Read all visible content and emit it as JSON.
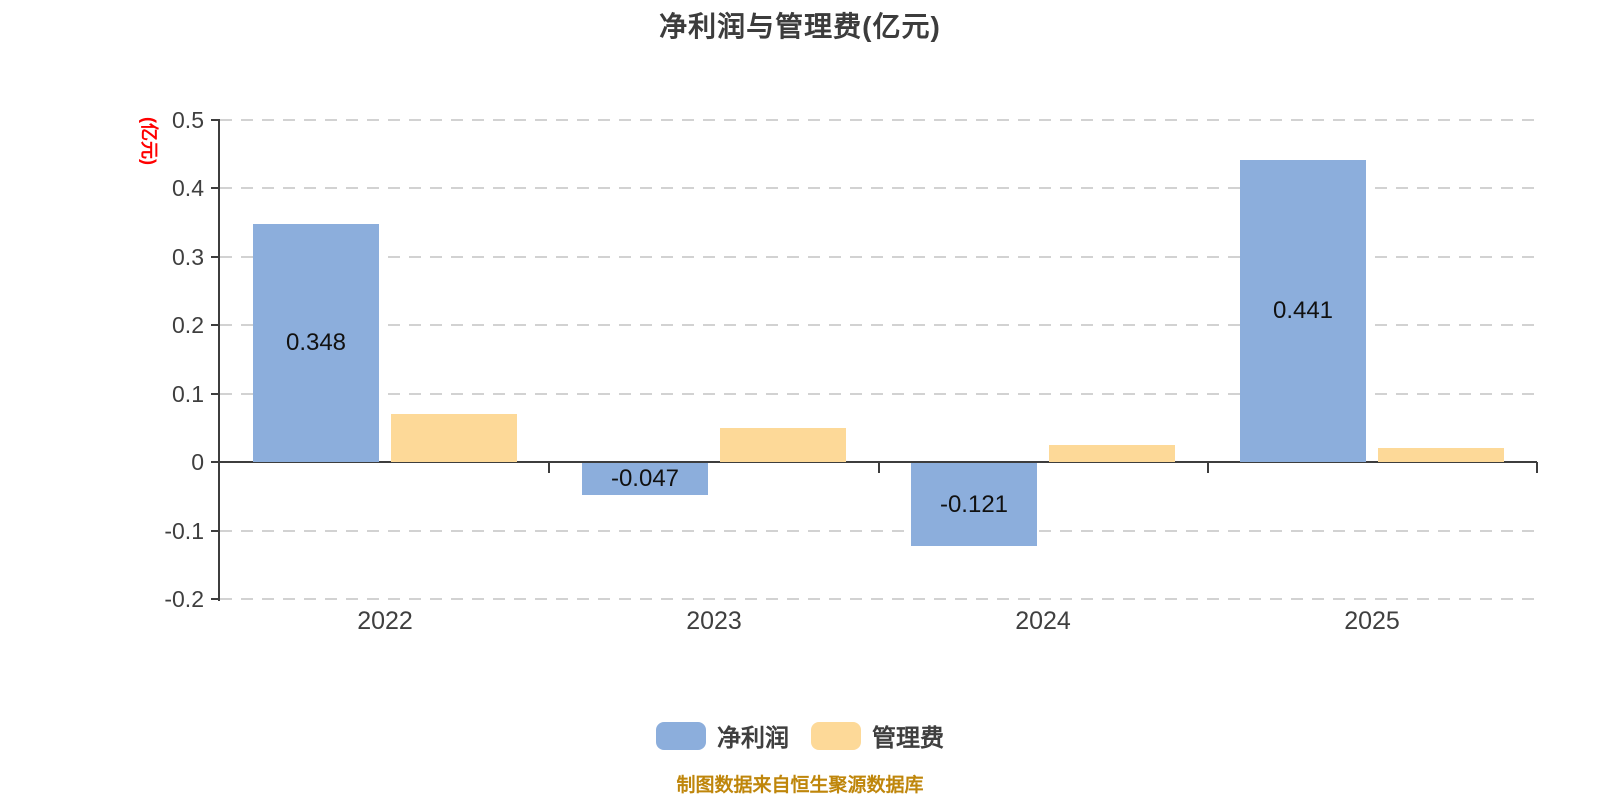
{
  "title": "净利润与管理费(亿元)",
  "y_axis_name": "(亿元)",
  "footer": "制图数据来自恒生聚源数据库",
  "colors": {
    "net_profit_bar": "#8CAEDC",
    "mgmt_fee_bar": "#FDD998",
    "gridline": "#D2D2D2",
    "axis": "#3D3D3D",
    "tick_text": "#3F3F3F",
    "value_text": "#111111",
    "y_axis_name_text": "#FF0000",
    "footer_text": "#BF860B",
    "title_text": "#3C3C3C",
    "background": "#FFFFFF"
  },
  "legend": {
    "items": [
      {
        "label": "净利润"
      },
      {
        "label": "管理费"
      }
    ]
  },
  "chart_data": {
    "type": "bar",
    "title": "净利润与管理费(亿元)",
    "categories": [
      "2022",
      "2023",
      "2024",
      "2025"
    ],
    "series": [
      {
        "name": "净利润",
        "values": [
          0.348,
          -0.047,
          -0.121,
          0.441
        ],
        "labels": [
          "0.348",
          "-0.047",
          "-0.121",
          "0.441"
        ],
        "color": "#8CAEDC"
      },
      {
        "name": "管理费",
        "values": [
          0.07,
          0.05,
          0.025,
          0.02
        ],
        "labels": null,
        "color": "#FDD998"
      }
    ],
    "xlabel": "",
    "ylabel": "(亿元)",
    "ylim": [
      -0.2,
      0.5
    ],
    "yticks": [
      0.5,
      0.4,
      0.3,
      0.2,
      0.1,
      0,
      -0.1,
      -0.2
    ],
    "grid": "horizontal dashed, solid zero baseline",
    "legend_position": "bottom"
  }
}
